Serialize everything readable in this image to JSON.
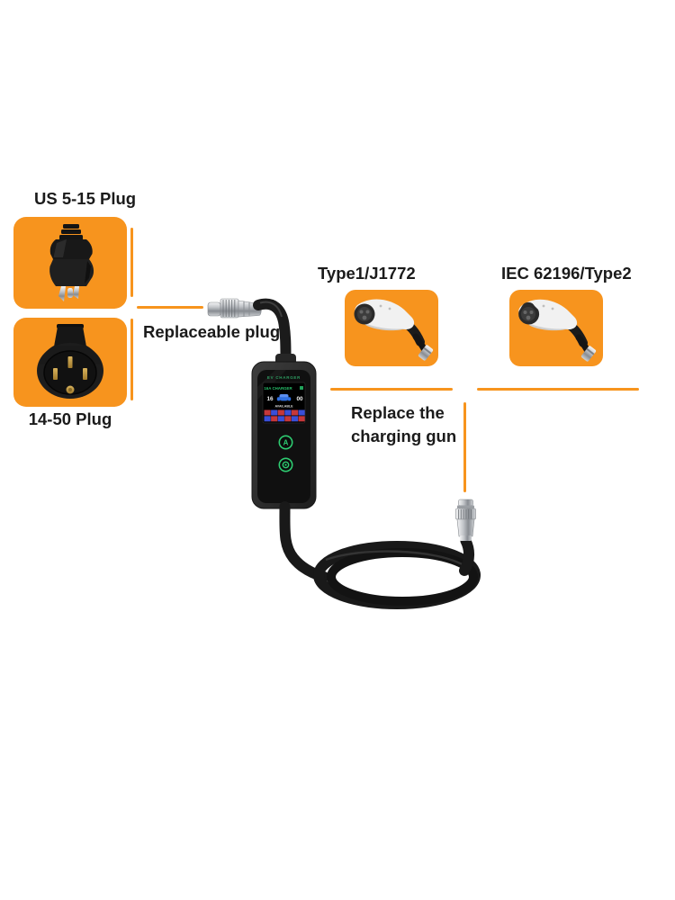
{
  "colors": {
    "accent_orange": "#F7941D",
    "box_orange": "#F7941E",
    "label_text": "#1b1b1b",
    "device_green": "#2ecc71",
    "screen_title_green": "#27c06a",
    "screen_cell_red": "#c5383a",
    "screen_cell_blue": "#3a4fd8",
    "background": "#ffffff"
  },
  "labels": {
    "us_plug": "US 5-15 Plug",
    "plug_1450": "14-50 Plug",
    "replaceable_plug": "Replaceable plug",
    "type1": "Type1/J1772",
    "type2": "IEC 62196/Type2",
    "replace_gun_line1": "Replace the",
    "replace_gun_line2": "charging gun"
  },
  "device": {
    "brand_text": "EV CHARGER",
    "screen": {
      "title": "16A CHARGER",
      "left_value": "16",
      "right_value": "00",
      "status": "AVAILABLE"
    },
    "buttons": {
      "top_glyph": "A"
    }
  }
}
